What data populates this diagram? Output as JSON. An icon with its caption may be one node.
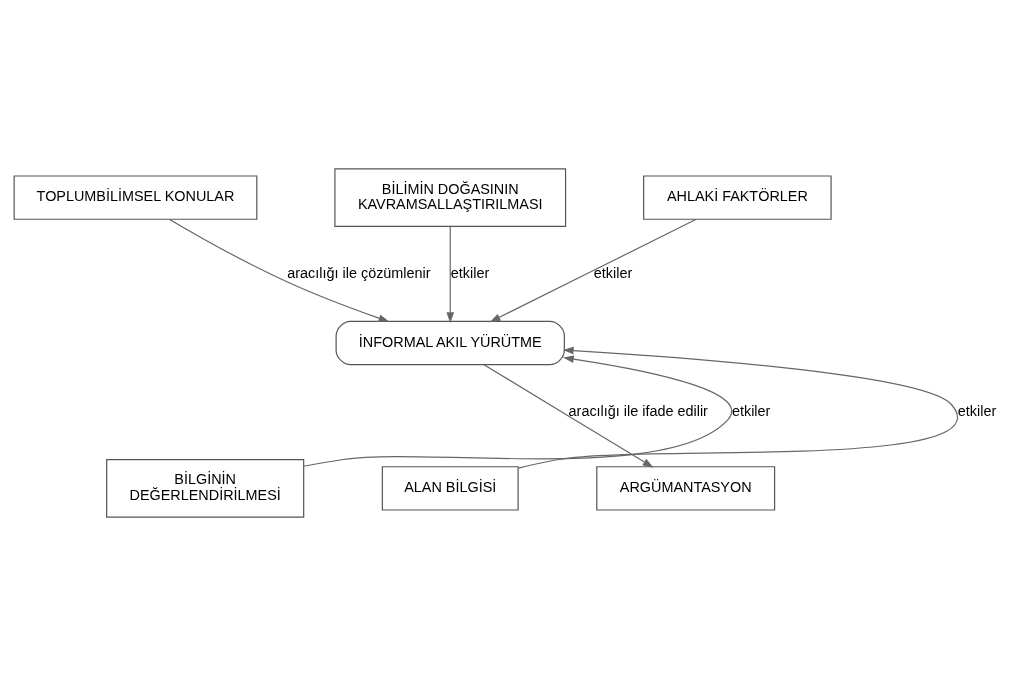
{
  "diagram": {
    "nodes": [
      {
        "text": [
          "TOPLUMBİLİMSEL KONULAR"
        ]
      },
      {
        "text": [
          "BİLİMİN DOĞASININ KAVRAMSALLAŞTIRILMASI"
        ]
      },
      {
        "text": [
          "AHLAKİ FAKTÖRLER"
        ]
      },
      {
        "text": [
          "İNFORMAL AKIL YÜRÜTME"
        ]
      },
      {
        "text": [
          "BİLGİNİN DEĞERLENDİRİLMESİ"
        ]
      },
      {
        "text": [
          "ALAN BİLGİSİ"
        ]
      },
      {
        "text": [
          "ARGÜMANTASYON"
        ]
      }
    ],
    "edges": [
      {
        "from": 0,
        "to": 3,
        "arrow": "to",
        "label": "aracılığı ile çözümlenir"
      },
      {
        "from": 1,
        "to": 3,
        "arrow": "to",
        "label": "etkiler"
      },
      {
        "from": 2,
        "to": 3,
        "arrow": "to",
        "label": "etkiler"
      },
      {
        "from": 4,
        "to": 3,
        "arrow": "to",
        "label": "etkiler"
      },
      {
        "from": 5,
        "to": 3,
        "arrow": "to",
        "label": "etkiler"
      },
      {
        "from": 3,
        "to": 6,
        "arrow": "to",
        "label": "aracılığı ile ifade edilir"
      }
    ]
  }
}
